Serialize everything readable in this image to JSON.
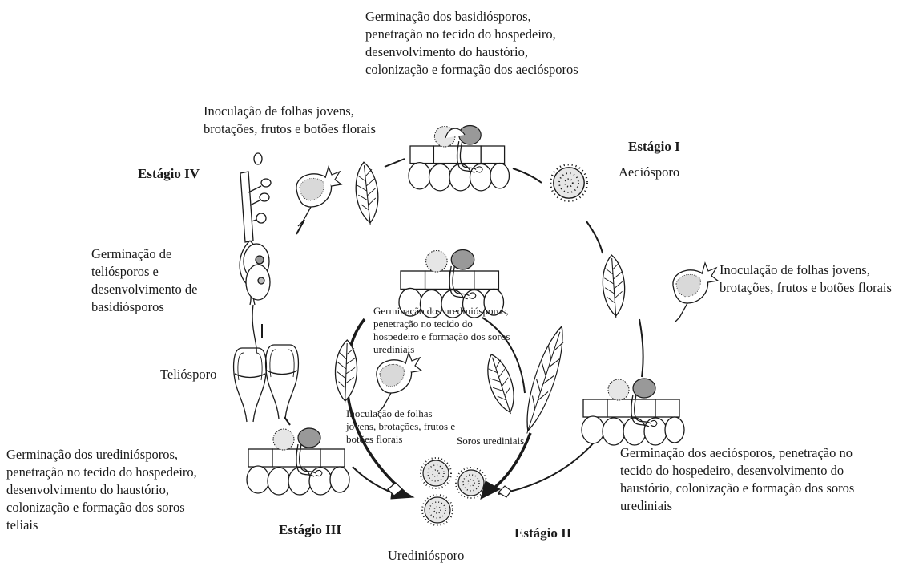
{
  "colors": {
    "ink": "#1a1a1a",
    "spore_fill": "#e6e6e6",
    "haustorium_fill": "#999999",
    "background": "#ffffff"
  },
  "labels": {
    "stage_1": {
      "title": "Estágio I",
      "spore": "Aeciósporo",
      "top_text": "Germinação dos basidiósporos,\npenetração no tecido do hospedeiro,\ndesenvolvimento do haustório,\ncolonização e formação dos aeciósporos"
    },
    "stage_2": {
      "title": "Estágio II",
      "inoculation": "Inoculação de folhas jovens,\nbrotações, frutos e botões florais",
      "germination": "Germinação dos aeciósporos, penetração no\ntecido do hospedeiro, desenvolvimento do\nhaustório, colonização e formação dos soros\nurediniais"
    },
    "stage_3": {
      "title": "Estágio III",
      "germination": "Germinação dos urediniósporos,\npenetração no tecido do hospedeiro,\ndesenvolvimento do haustório,\ncolonização e formação dos soros\nteliais",
      "spore": "Urediniósporo"
    },
    "stage_4": {
      "title": "Estágio IV",
      "inoculation": "Inoculação de folhas jovens,\nbrotações, frutos e botões florais",
      "germination": "Germinação de\nteliósporos e\ndesenvolvimento de\nbasidiósporos",
      "spore": "Teliósporo"
    },
    "inner_cycle": {
      "germination": "Germinação dos urediniósporos,\npenetração no tecido do\nhospedeiro e formação dos soros\nurediniais",
      "inoculation": "Inoculação de folhas\njovens, brotações, frutos e\nbotões florais",
      "sori": "Soros urediniais"
    }
  },
  "icons": {
    "tissue": "host-tissue-cells-icon",
    "spore": "spiny-spore-icon",
    "leaf": "leaf-icon",
    "bud": "flower-bud-icon",
    "teliospore": "teliospore-icon",
    "basidium": "basidium-icon"
  }
}
